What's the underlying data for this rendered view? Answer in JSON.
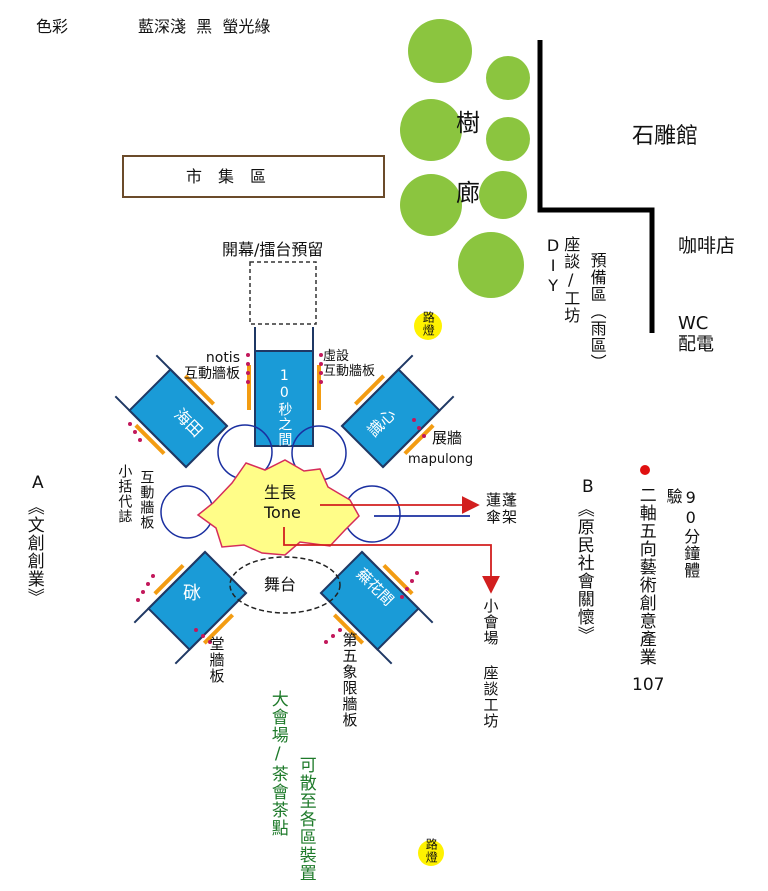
{
  "legend": {
    "label": "色彩",
    "colors": "藍深淺  黑  螢光綠"
  },
  "areas": {
    "market": "市　集　區",
    "trees": [
      "樹",
      "廊"
    ],
    "sculpture_hall": "石雕館",
    "cafe": "咖啡店",
    "wc": "WC\n配電",
    "stage_reserve": "開幕/擂台預留",
    "streetlight": "路燈",
    "talk_workshop": "座談/工坊DIY",
    "rain_reserve": "預備區（雨區）"
  },
  "hub": {
    "line1": "生長",
    "line2": "Tone",
    "stage": "舞台"
  },
  "arms": {
    "top": "10秒之間",
    "upper_left": "海田",
    "upper_right": "識心",
    "lower_left": "砯",
    "lower_right": "蕪花間"
  },
  "labels": {
    "notis": "notis\n互動牆板",
    "xushe": "虛設\n互動牆板",
    "exhibit_wall": "展牆",
    "mapulong": "mapulong",
    "xiaokuo": "小括代誌",
    "xiaokuo_board": "互動牆板",
    "tang_board": "堂牆板",
    "fifth_board": "第五象限牆板",
    "umbrella": "蓮蓬傘架",
    "small_venue": "小會場 座談工坊",
    "big_venue": "大會場/茶會茶點",
    "scatter": "可散至各區裝置"
  },
  "sides": {
    "a_letter": "A",
    "a_title": "《文創創業》",
    "b_letter": "B",
    "b_title": "《原民社會關懷》",
    "axis_title": "二軸五向藝術創意產業",
    "axis_num": "107",
    "experience": "90分鐘體驗"
  },
  "colors": {
    "arm_blue": "#1a9bd7",
    "dark_border": "#1f3864",
    "tree_green": "#8bc53f",
    "hub_yellow": "#fffd88",
    "streetlight_yellow": "#fff200",
    "arrow_red": "#d21f1f",
    "text_green": "#1e7a2a",
    "accent_orange": "#f39c12",
    "dot_pink": "#c2185b"
  }
}
